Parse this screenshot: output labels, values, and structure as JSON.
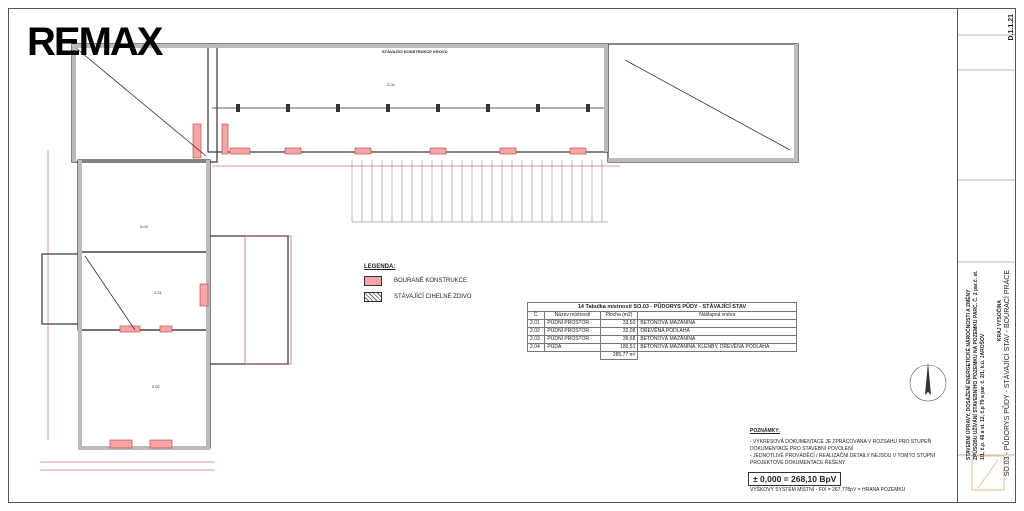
{
  "watermark": {
    "brand": "REMAX"
  },
  "plan": {
    "roof_label": "STÁVAJÍCÍ KONSTRUKCE KROVU",
    "rooms": [
      "2.04",
      "2.03",
      "2.01",
      "2.02"
    ]
  },
  "legend": {
    "title": "LEGENDA:",
    "items": [
      {
        "label": "BOURANÉ KONSTRUKCE",
        "swatch": "red"
      },
      {
        "label": "STÁVAJÍCÍ CIHELNÉ ZDIVO",
        "swatch": "hatch"
      }
    ]
  },
  "room_table": {
    "caption": "14 Tabulka místností SO.03 - PŮDORYS PŮDY - STÁVAJÍCÍ STAV",
    "headers": [
      "Č.",
      "Název místnosti",
      "Plocha (m2)",
      "Nášlapná vrstva"
    ],
    "rows": [
      [
        "2.01",
        "PŮDNÍ PROSTOR",
        "33,50",
        "BETONOVÁ MAZANINA"
      ],
      [
        "2.02",
        "PŮDNÍ PROSTOR",
        "32,08",
        "DŘEVĚNÁ PODLAHA"
      ],
      [
        "2.03",
        "PŮDNÍ PROSTOR",
        "39,68",
        "BETONOVÁ MAZANINA"
      ],
      [
        "2.04",
        "PŮDA",
        "180,51",
        "BETONOVÁ MAZANINA, KLENBY, DŘEVĚNÁ PODLAHA"
      ]
    ],
    "total": "285,77 m²"
  },
  "notes": {
    "title": "POZNÁMKY:",
    "line1": "- VÝKRESOVÁ DOKUMENTACE JE ZPRACOVÁNA V ROZSAHU PRO STUPEŇ DOKUMENTACE PRO STAVEBNÍ POVOLENÍ",
    "line2": "- JEDNOTLIVÉ PROVÁDĚCÍ / REALIZAČNÍ DETAILY NEJSOU V TOMTO STUPNI PROJEKTOVÉ DOKUMENTACE ŘEŠENY"
  },
  "elevation": {
    "main": "± 0,000 = 268,10 BpV",
    "sub": "VÝŠKOVÝ SYSTÉM MÍSTNÍ - FIX = 267,778pV = HRANA POZEMKU"
  },
  "title_block": {
    "drawing_code": "D.1.1.21",
    "project": "STAVEBNÍ ÚPRAVY, DOSAŽENÍ ENERGETICKÉ NÁROČNOSTI A ZMĚNY ZPŮSOBU UŽÍVÁNÍ STAVEBNÍHO POZEMKU NA POZEMKU PARC. Č. 2 par.č. st. 1/1, č.p. 48 a st. 12, č.p 79 a par. č. 2/1, k.ú. JAROŠOV",
    "sheet_title": "SO.03 - PŮDORYS PŮDY - STÁVAJÍCÍ STAV - BOURACÍ PRÁCE",
    "region": "KRAJ VYSOČINA"
  }
}
